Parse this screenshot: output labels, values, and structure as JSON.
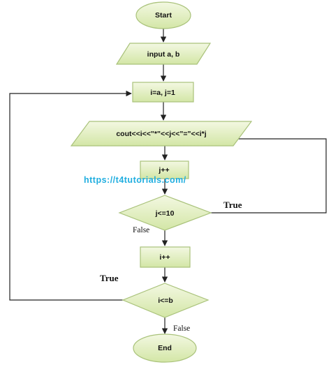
{
  "nodes": {
    "start": "Start",
    "input": "input a, b",
    "init": "i=a, j=1",
    "output": "cout<<i<<\"*\"<<j<<\"=\"<<i*j",
    "incj": "j++",
    "condj": "j<=10",
    "inci": "i++",
    "condi": "i<=b",
    "end": "End"
  },
  "edges": {
    "condj_true": "True",
    "condj_false": "False",
    "condi_true": "True",
    "condi_false": "False"
  },
  "watermark": "https://t4tutorials.com/",
  "colors": {
    "node_fill_light": "#f3f8e2",
    "node_fill_dark": "#d3e6a6",
    "node_stroke": "#a9c27a",
    "watermark": "#20aee0"
  }
}
